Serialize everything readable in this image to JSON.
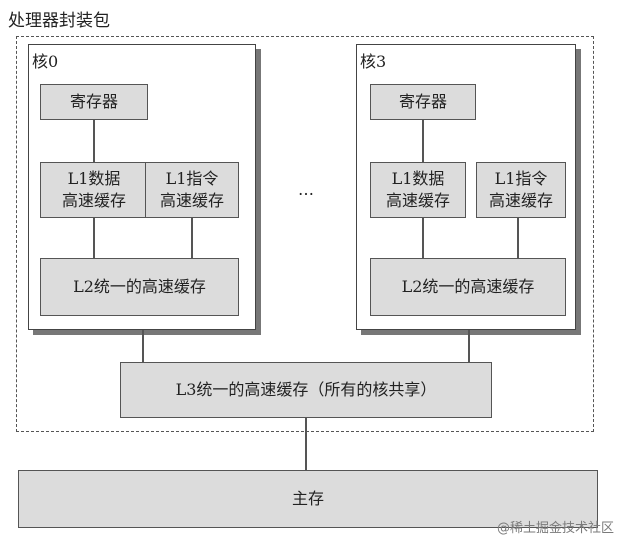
{
  "package_title": "处理器封装包",
  "cores": [
    {
      "label": "核0",
      "registers": "寄存器",
      "l1_data": "L1数据\n高速缓存",
      "l1_inst": "L1指令\n高速缓存",
      "l2": "L2统一的高速缓存"
    },
    {
      "label": "核3",
      "registers": "寄存器",
      "l1_data": "L1数据\n高速缓存",
      "l1_inst": "L1指令\n高速缓存",
      "l2": "L2统一的高速缓存"
    }
  ],
  "ellipsis": "…",
  "l3": "L3统一的高速缓存（所有的核共享）",
  "main_memory": "主存",
  "watermark": "@稀土掘金技术社区"
}
